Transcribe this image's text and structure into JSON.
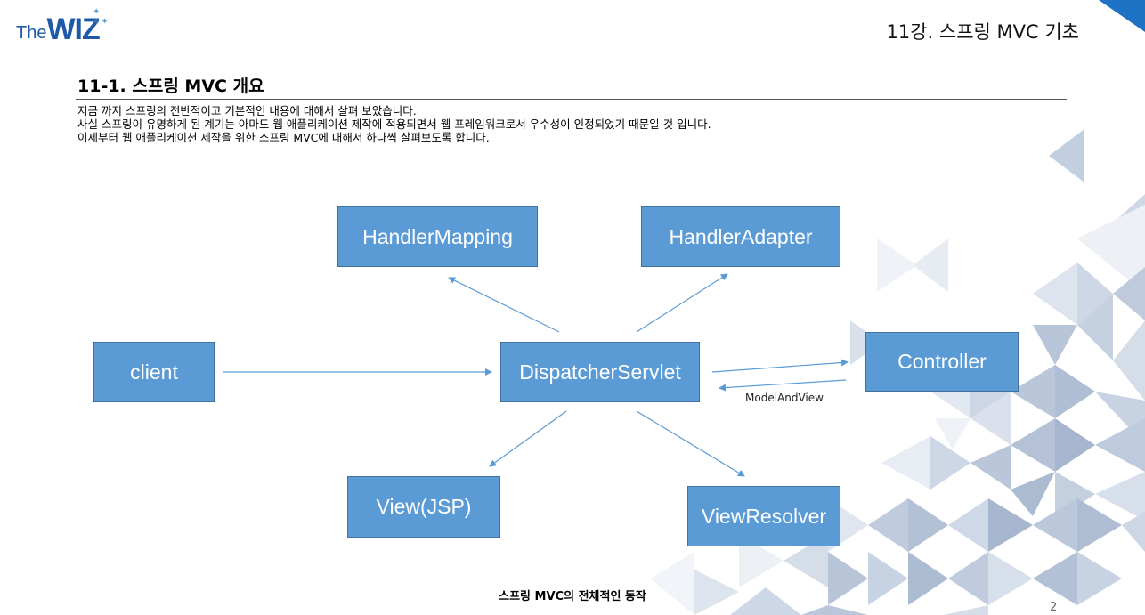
{
  "header": {
    "logo_the": "The",
    "logo_wiz": "WIZ",
    "lecture_title": "11강. 스프링 MVC 기초"
  },
  "section": {
    "title": "11-1. 스프링 MVC 개요",
    "paragraphs": [
      "지금 까지 스프링의 전반적이고 기본적인 내용에 대해서 살펴 보았습니다.",
      "사실 스프링이 유명하게 된 계기는 아마도 웹 애플리케이션 제작에 적용되면서 웹 프레임워크로서 우수성이 인정되었기 때문일 것 입니다.",
      "이제부터 웹 애플리케이션 제작을 위한 스프링 MVC에 대해서 하나씩 살펴보도록 합니다."
    ]
  },
  "diagram": {
    "nodes": {
      "handler_mapping": "HandlerMapping",
      "handler_adapter": "HandlerAdapter",
      "client": "client",
      "dispatcher_servlet": "DispatcherServlet",
      "controller": "Controller",
      "view_jsp": "View(JSP)",
      "view_resolver": "ViewResolver"
    },
    "edge_label_model_and_view": "ModelAndView",
    "caption": "스프링 MVC의 전체적인 동작"
  },
  "footer": {
    "page_number": "2"
  },
  "colors": {
    "box_fill": "#5b9bd5",
    "box_border": "#41719c",
    "arrow": "#5b9bd5",
    "logo": "#1f5aa6"
  }
}
